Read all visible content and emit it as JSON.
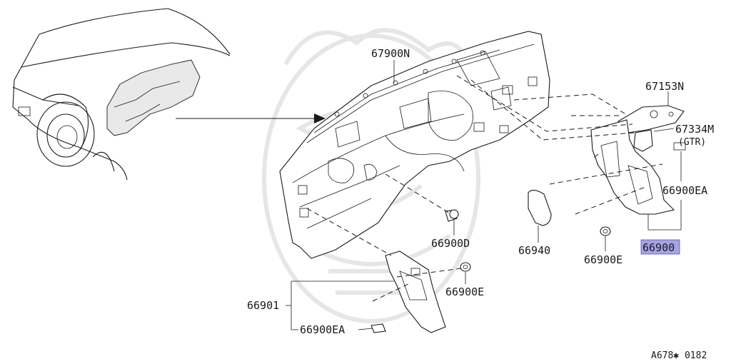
{
  "diagram_id": "A678✱ 0182",
  "parts": {
    "dash_panel": "67900N",
    "bracket": "67153N",
    "bracket_gtr": "67334M",
    "gtr_note": "(GTR)",
    "clip_ea_right": "66900EA",
    "insulator_right": "66900",
    "pad": "66940",
    "grommet_e_right": "66900E",
    "clip_d": "66900D",
    "grommet_e_left": "66900E",
    "insulator_left": "66901",
    "clip_ea_left": "66900EA"
  },
  "highlighted_part": "66900",
  "colors": {
    "highlight": "#a3a3e6",
    "line": "#1a1a1a",
    "watermark": "#e6e6e6"
  }
}
